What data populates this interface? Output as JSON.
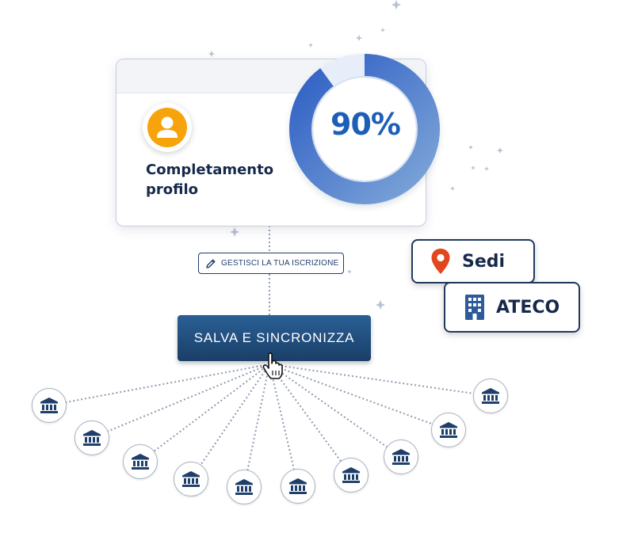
{
  "profile_card": {
    "title": "Completamento profilo",
    "percentage": 90,
    "percentage_label": "90%",
    "avatar_icon": "user-icon"
  },
  "manage_tag": {
    "label": "GESTISCI LA TUA ISCRIZIONE",
    "icon": "pencil-icon"
  },
  "save_button": {
    "label": "SALVA E SINCRONIZZA",
    "cursor_icon": "hand-pointer-icon"
  },
  "pills": [
    {
      "label": "Sedi",
      "icon": "location-pin-icon"
    },
    {
      "label": "ATECO",
      "icon": "building-icon"
    }
  ],
  "institutions": {
    "icon": "bank-icon",
    "count": 10
  },
  "colors": {
    "navy": "#17294a",
    "button": "#1f4a7a",
    "accent_blue": "#1d5fb8",
    "avatar_orange": "#f7a30c",
    "pin_red": "#e2461e",
    "building_blue": "#2c5a9a"
  }
}
